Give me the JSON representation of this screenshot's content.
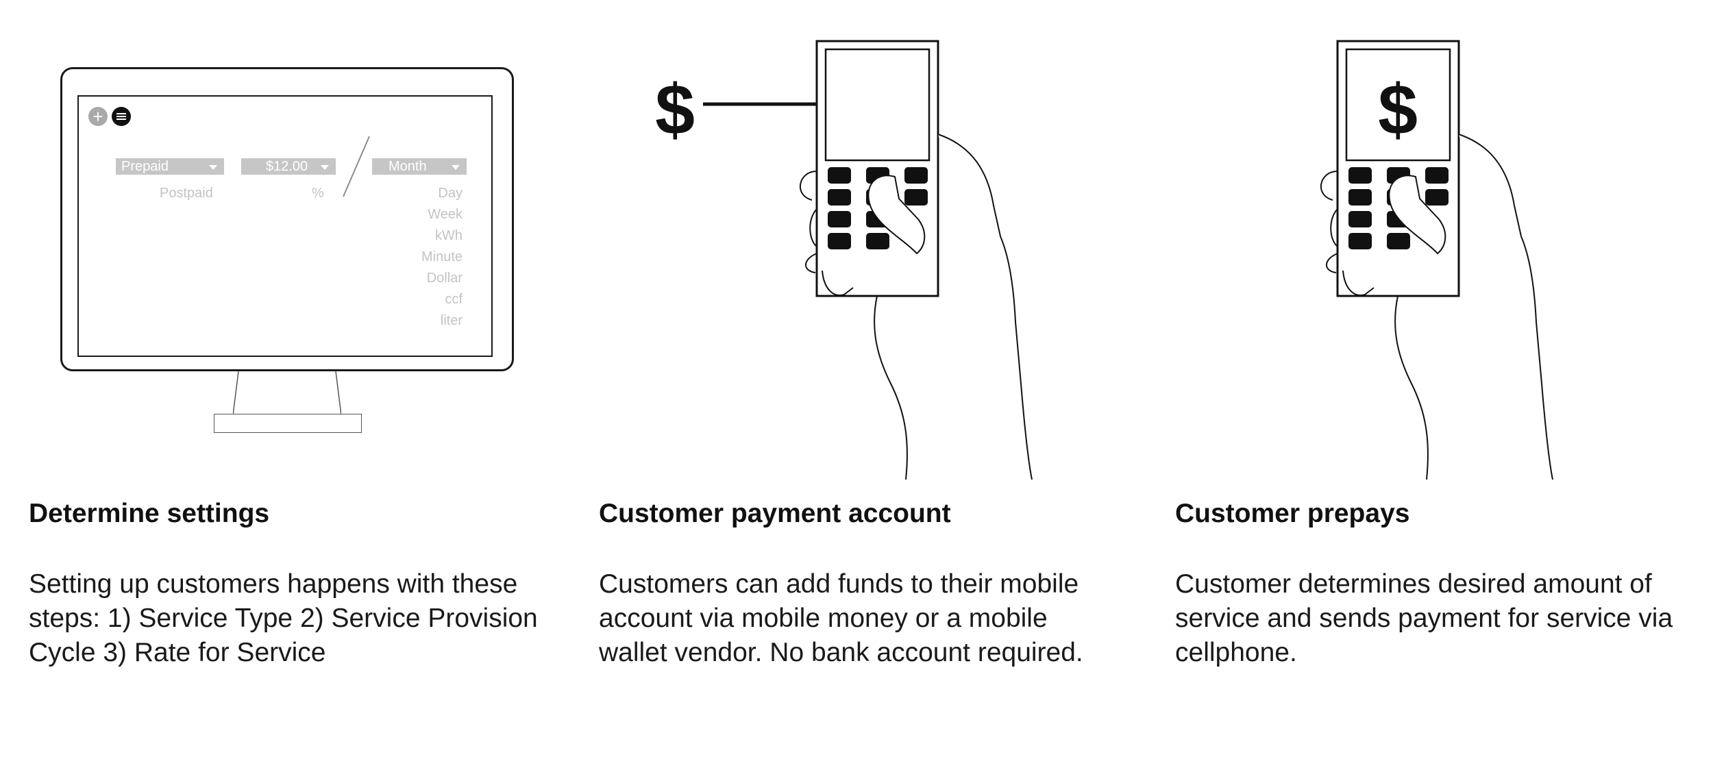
{
  "panels": {
    "settings": {
      "title": "Determine settings",
      "body": "Setting up customers happens with these steps: 1) Service Type 2) Service Provision Cycle 3) Rate for Service",
      "ui": {
        "service_type": {
          "selected": "Prepaid",
          "options": [
            "Postpaid"
          ]
        },
        "rate": {
          "selected": "$12.00",
          "options": [
            "%"
          ]
        },
        "cycle": {
          "selected": "Month",
          "options": [
            "Day",
            "Week",
            "kWh",
            "Minute",
            "Dollar",
            "ccf",
            "liter"
          ]
        }
      }
    },
    "payment": {
      "title": "Customer payment account",
      "body": "Customers can add funds to their mobile account via mobile money or a mobile wallet vendor. No bank account required.",
      "symbol": "$"
    },
    "prepays": {
      "title": "Customer prepays",
      "body": "Customer determines desired amount of service and sends payment for service via cellphone.",
      "symbol": "$"
    }
  },
  "icons": {
    "add": "plus-circle-icon",
    "menu": "menu-circle-icon",
    "arrow": "arrow-right-icon",
    "phone": "mobile-phone-icon",
    "hand": "hand-icon",
    "monitor": "monitor-icon"
  }
}
